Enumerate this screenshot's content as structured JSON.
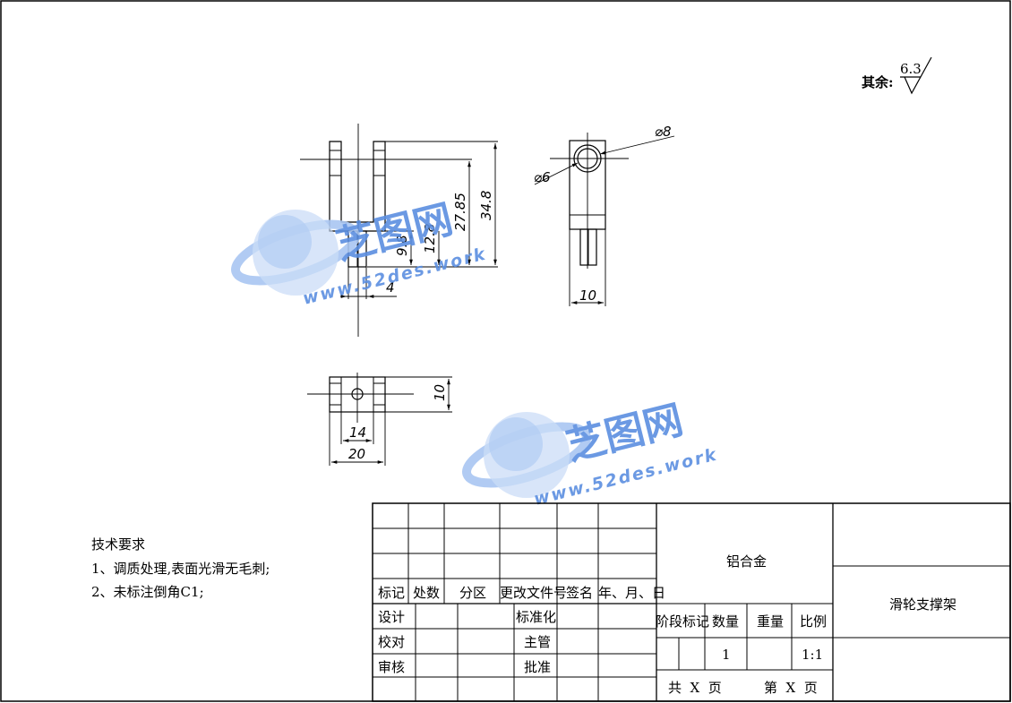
{
  "surface": {
    "label": "其余:",
    "value": "6.3"
  },
  "dimensions": {
    "front_overall_height": "34.8",
    "front_slot_depth": "27.85",
    "front_step_12": "12.8",
    "front_step_9": "9.8",
    "front_width_4": "4",
    "side_width": "10",
    "side_outer_dia": "⌀8",
    "side_inner_dia": "⌀6",
    "top_height": "10",
    "top_inner": "14",
    "top_outer": "20"
  },
  "watermark": {
    "name": "芝图网",
    "site": "www.52des.work",
    "colors": {
      "blue": "#5b8fe0",
      "light": "#a9c6f2"
    }
  },
  "tech": {
    "title": "技术要求",
    "line1": "1、调质处理,表面光滑无毛刺;",
    "line2": "2、未标注倒角C1;"
  },
  "title_block": {
    "rev_headers": [
      "标记",
      "处数",
      "分区",
      "更改文件号",
      "签名",
      "年、月、日"
    ],
    "sign": {
      "design": "设计",
      "check": "校对",
      "review": "审核",
      "standard": "标准化",
      "supervisor": "主管",
      "approve": "批准"
    },
    "material": "铝合金",
    "part_name": "滑轮支撑架",
    "stage_mark": "阶段标记",
    "quantity_label": "数量",
    "weight_label": "重量",
    "scale_label": "比例",
    "quantity": "1",
    "scale": "1:1",
    "sheets_total": "共  X  页",
    "sheet_no": "第  X  页"
  }
}
